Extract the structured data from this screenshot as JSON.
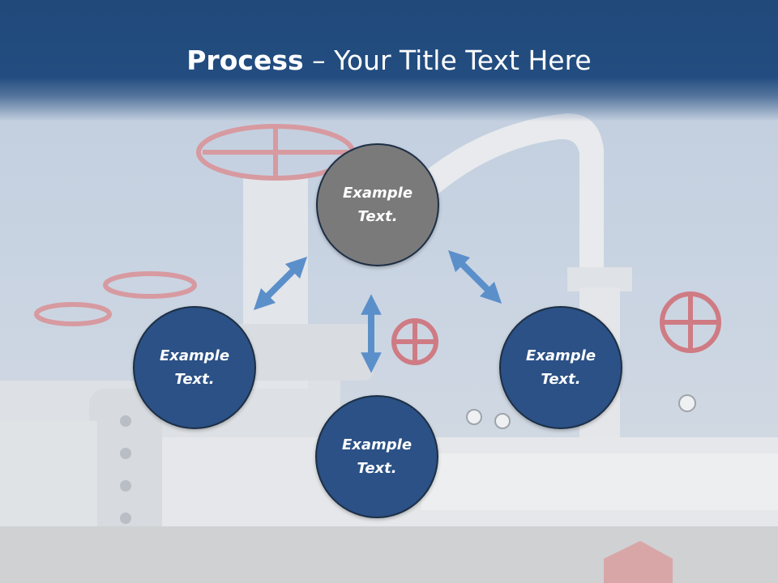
{
  "title": {
    "bold": "Process",
    "rest": " – Your Title Text Here"
  },
  "colors": {
    "header": "#234d80",
    "node_blue": "#2b5186",
    "node_gray": "#7a7a7a",
    "arrow": "#5b8fca"
  },
  "nodes": {
    "top": "Example Text.",
    "left": "Example Text.",
    "right": "Example Text.",
    "bottom": "Example Text."
  }
}
